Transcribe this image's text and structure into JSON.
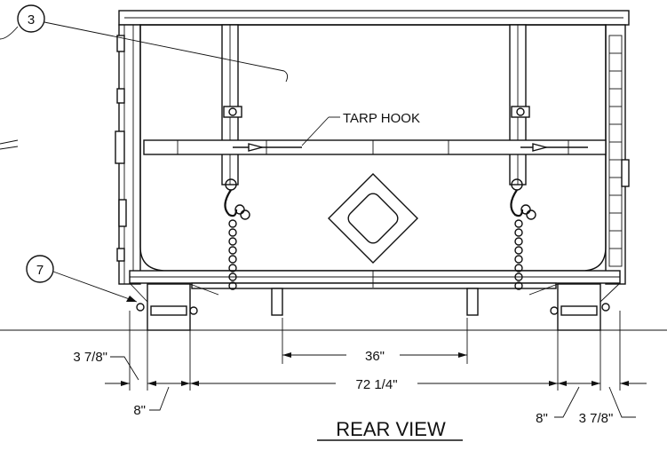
{
  "drawing": {
    "view_title": "REAR VIEW",
    "callouts": [
      {
        "number": "3"
      },
      {
        "number": "7"
      }
    ],
    "labels": {
      "tarp_hook": "TARP HOOK"
    },
    "dimensions": {
      "left_offset": "3 7/8\"",
      "left_width": "8\"",
      "center_spacing": "36\"",
      "overall_span": "72 1/4\"",
      "right_width": "8\"",
      "right_offset": "3 7/8\""
    }
  }
}
